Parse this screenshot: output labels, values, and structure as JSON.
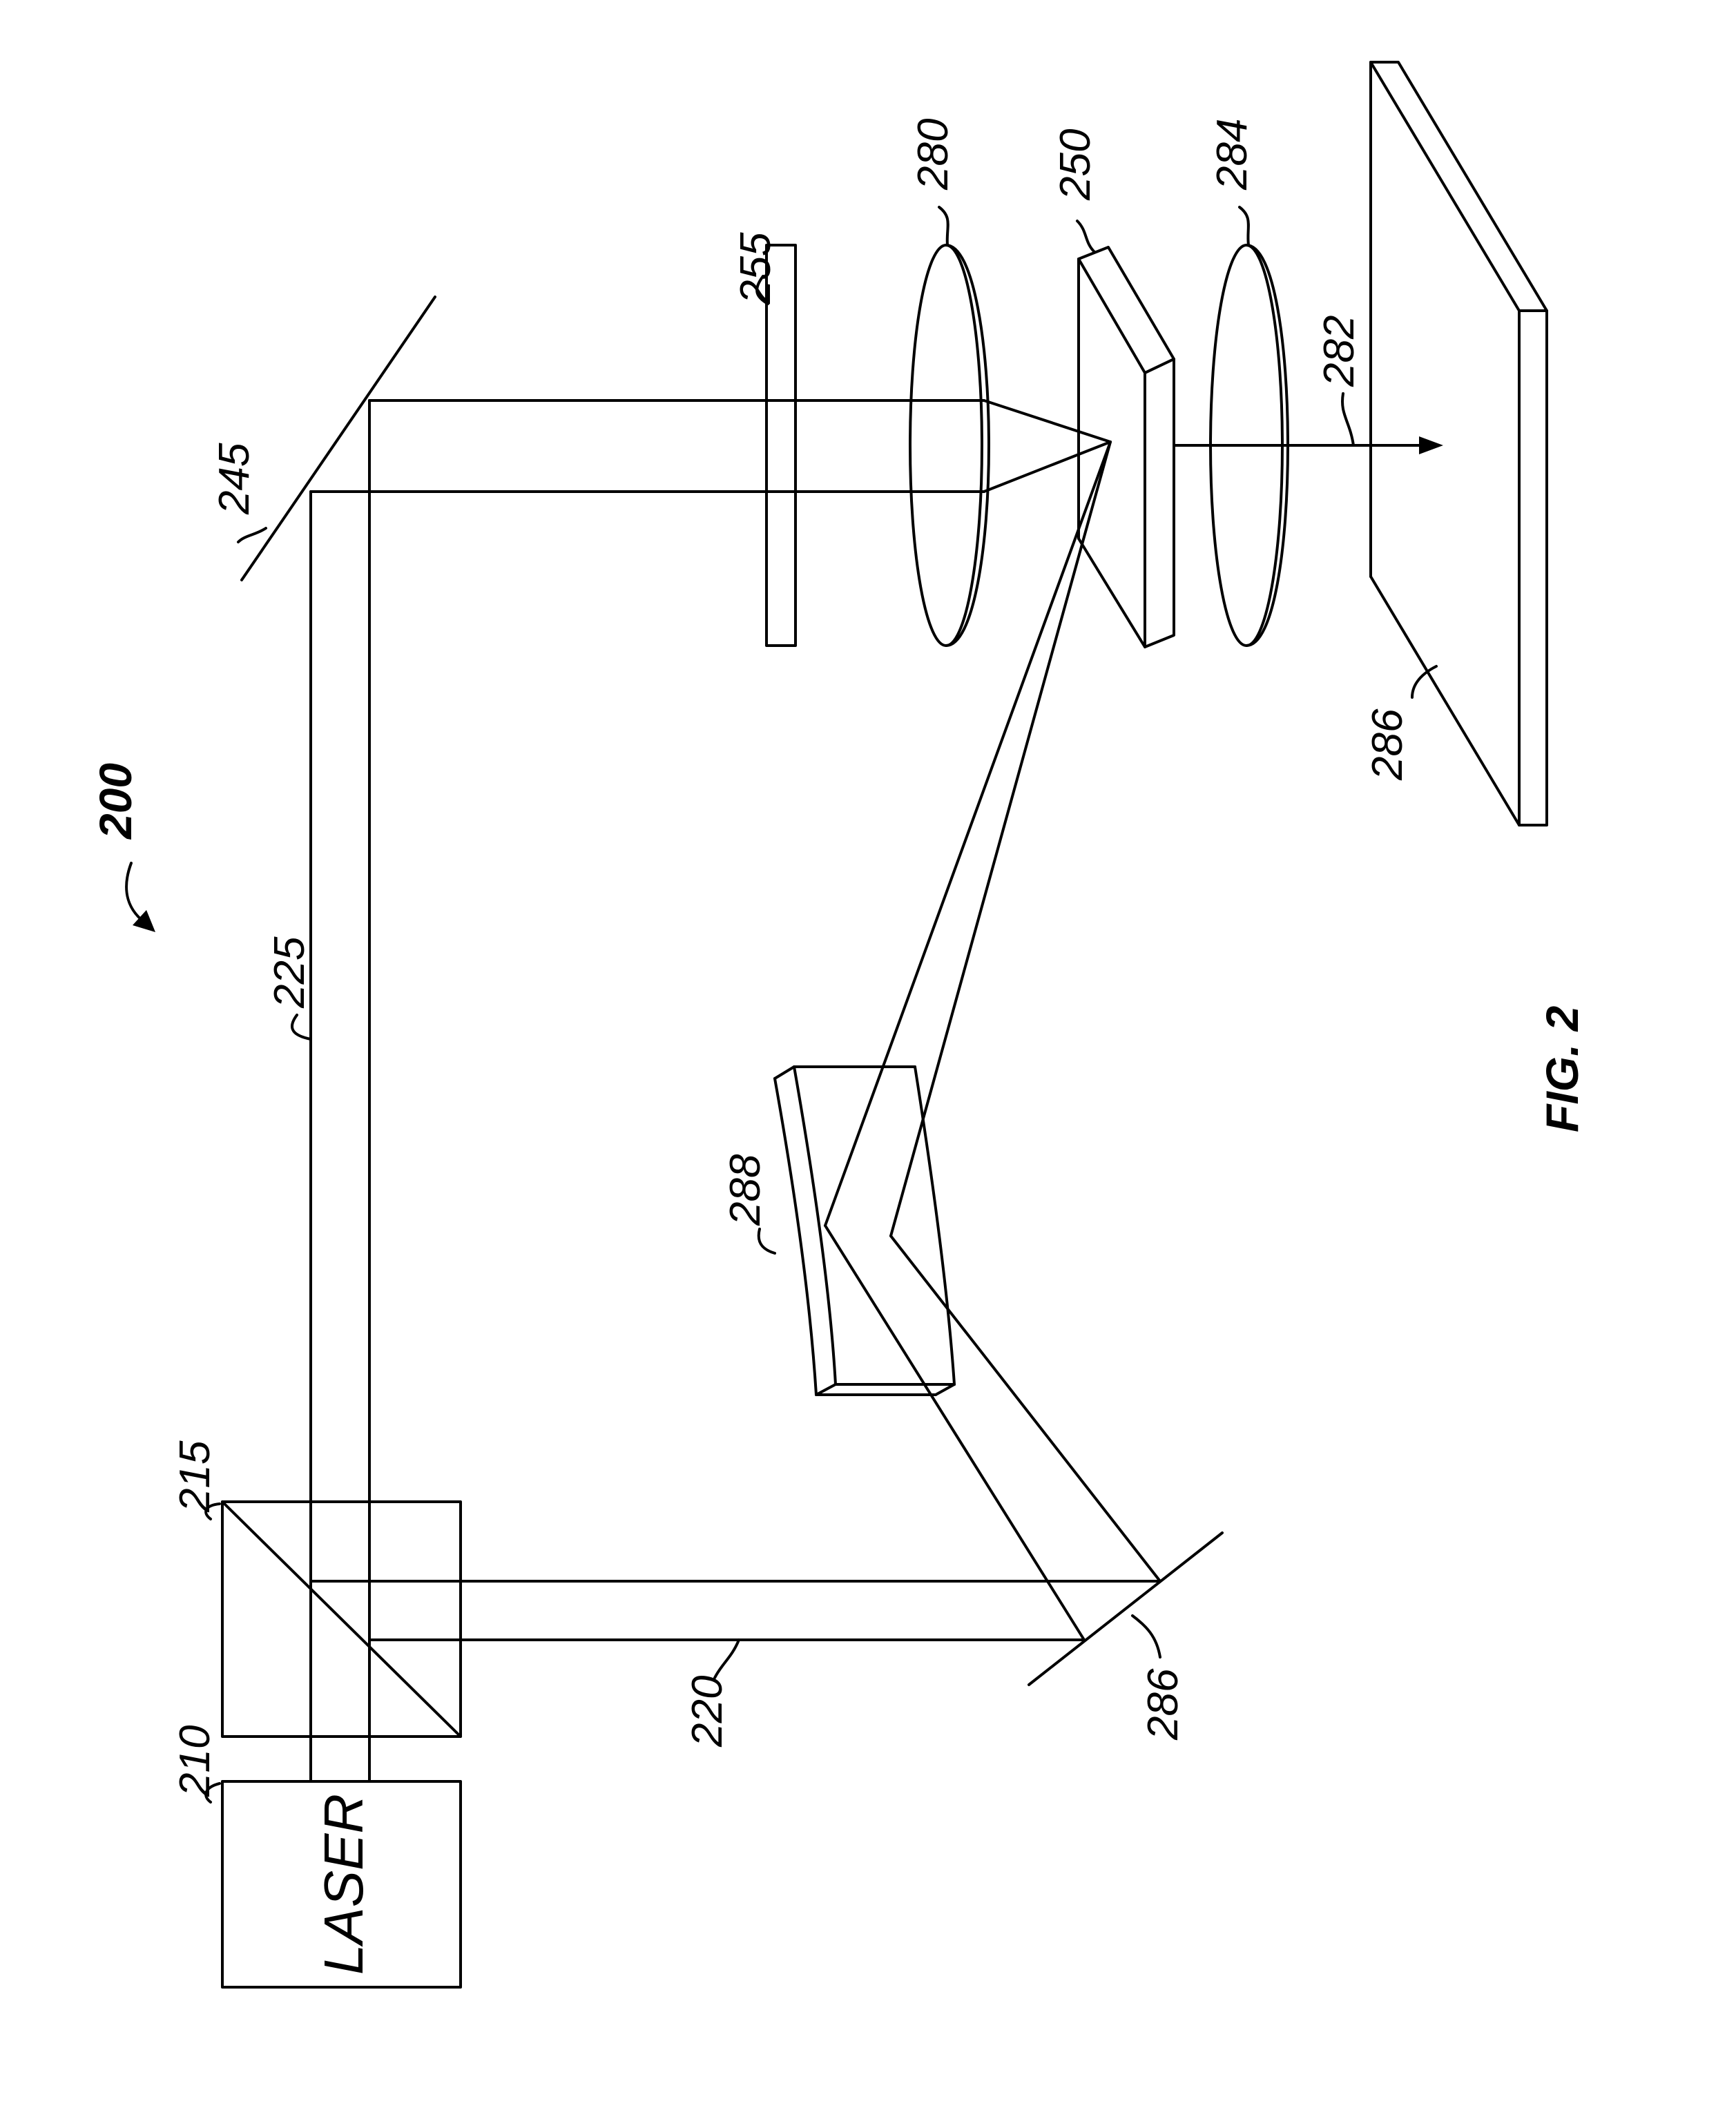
{
  "figure": {
    "ref": "200",
    "caption": "FIG. 2"
  },
  "components": {
    "laser": {
      "ref": "210",
      "label": "LASER"
    },
    "beam_splitter": {
      "ref": "215"
    },
    "beam_220": {
      "ref": "220"
    },
    "beam_225": {
      "ref": "225"
    },
    "mirror_245": {
      "ref": "245"
    },
    "plate_255": {
      "ref": "255"
    },
    "lens_280": {
      "ref": "280"
    },
    "sample_250": {
      "ref": "250"
    },
    "lens_284": {
      "ref": "284"
    },
    "arrow_282": {
      "ref": "282"
    },
    "screen_286": {
      "ref": "286"
    },
    "mirror_286": {
      "ref": "286"
    },
    "curved_mirror_288": {
      "ref": "288"
    }
  }
}
